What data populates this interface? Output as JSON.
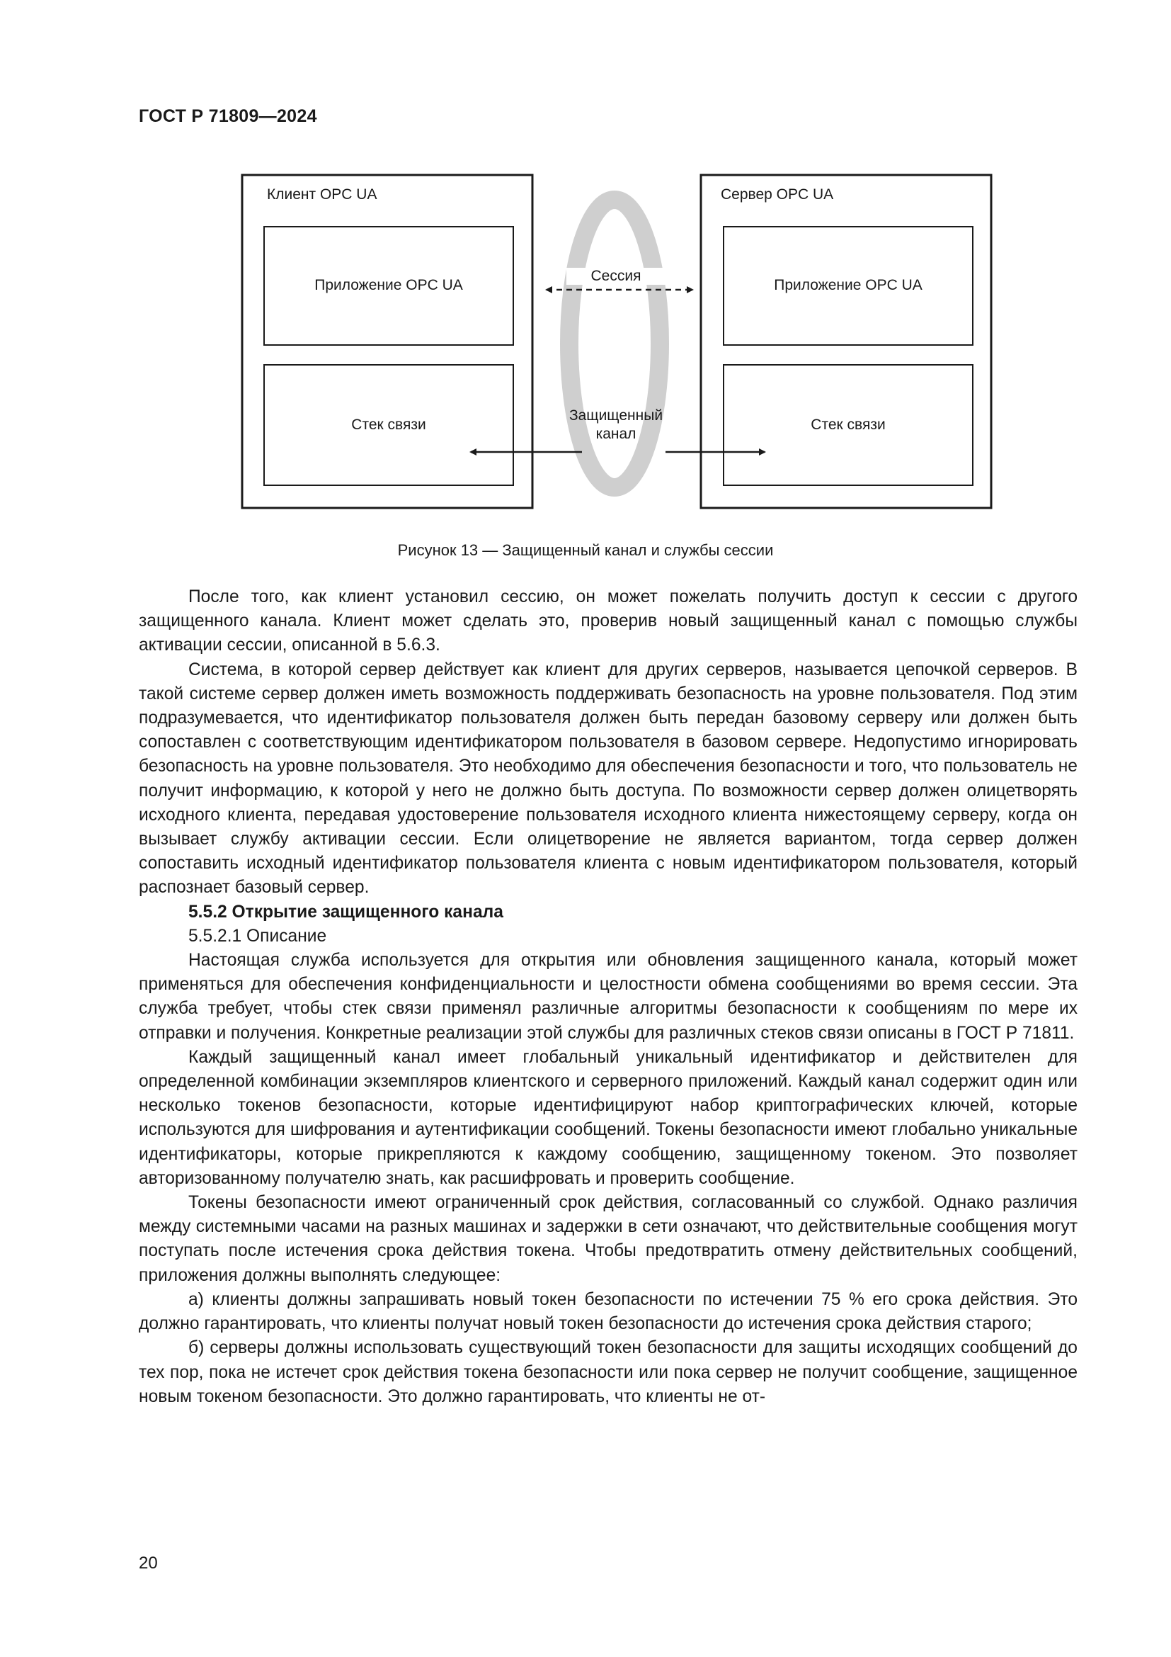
{
  "header": {
    "standard": "ГОСТ Р 71809—2024"
  },
  "figure": {
    "client_label": "Клиент OPC UA",
    "server_label": "Сервер OPC UA",
    "client_app": "Приложение OPC UA",
    "server_app": "Приложение OPC UA",
    "client_stack": "Стек связи",
    "server_stack": "Стек связи",
    "session_label": "Сессия",
    "channel_line1": "Защищенный",
    "channel_line2": "канал",
    "caption": "Рисунок 13 — Защищенный канал и службы сессии"
  },
  "body": {
    "p1": "После того, как клиент установил сессию, он может пожелать получить доступ к сессии с другого защищенного канала. Клиент может сделать это, проверив новый защищенный канал с помощью службы активации сессии, описанной в 5.6.3.",
    "p2": "Система, в которой сервер действует как клиент для других серверов, называется цепочкой серверов. В такой системе сервер должен иметь возможность поддерживать безопасность на уровне пользователя. Под этим подразумевается, что идентификатор пользователя должен быть передан базовому серверу или должен быть сопоставлен с соответствующим идентификатором пользователя в базовом сервере. Недопустимо игнорировать безопасность на уровне пользователя. Это необходимо для обеспечения безопасности и того, что пользователь не получит информацию, к которой у него не должно быть доступа. По возможности сервер должен олицетворять исходного клиента, передавая удостоверение пользователя исходного клиента нижестоящему серверу, когда он вызывает службу активации сессии. Если олицетворение не является вариантом, тогда сервер должен сопоставить исходный идентификатор пользователя клиента с новым идентификатором пользователя, который распознает базовый сервер.",
    "h1": "5.5.2 Открытие защищенного канала",
    "h2": "5.5.2.1 Описание",
    "p3": "Настоящая служба используется для открытия или обновления защищенного канала, который может применяться для обеспечения конфиденциальности и целостности обмена сообщениями во время сессии. Эта служба требует, чтобы стек связи применял различные алгоритмы безопасности к сообщениям по мере их отправки и получения. Конкретные реализации этой службы для различных стеков связи описаны в ГОСТ Р 71811.",
    "p4": "Каждый защищенный канал имеет глобальный уникальный идентификатор и действителен для определенной комбинации экземпляров клиентского и серверного приложений. Каждый канал содержит один или несколько токенов безопасности, которые идентифицируют набор криптографических ключей, которые используются для шифрования и аутентификации сообщений. Токены безопасности имеют глобально уникальные идентификаторы, которые прикрепляются к каждому сообщению, защищенному токеном. Это позволяет авторизованному получателю знать, как расшифровать и проверить сообщение.",
    "p5": "Токены безопасности имеют ограниченный срок действия, согласованный со службой. Однако различия между системными часами на разных машинах и задержки в сети означают, что действительные сообщения могут поступать после истечения срока действия токена. Чтобы предотвратить отмену действительных сообщений, приложения должны выполнять следующее:",
    "p6": "а) клиенты должны запрашивать новый токен безопасности по истечении 75 % его срока действия. Это должно гарантировать, что клиенты получат новый токен безопасности до истечения срока действия старого;",
    "p7": "б) серверы должны использовать существующий токен безопасности для защиты исходящих сообщений до тех пор, пока не истечет срок действия токена безопасности или пока сервер не получит сообщение, защищенное новым токеном безопасности. Это должно гарантировать, что клиенты не от-"
  },
  "footer": {
    "page_number": "20"
  }
}
